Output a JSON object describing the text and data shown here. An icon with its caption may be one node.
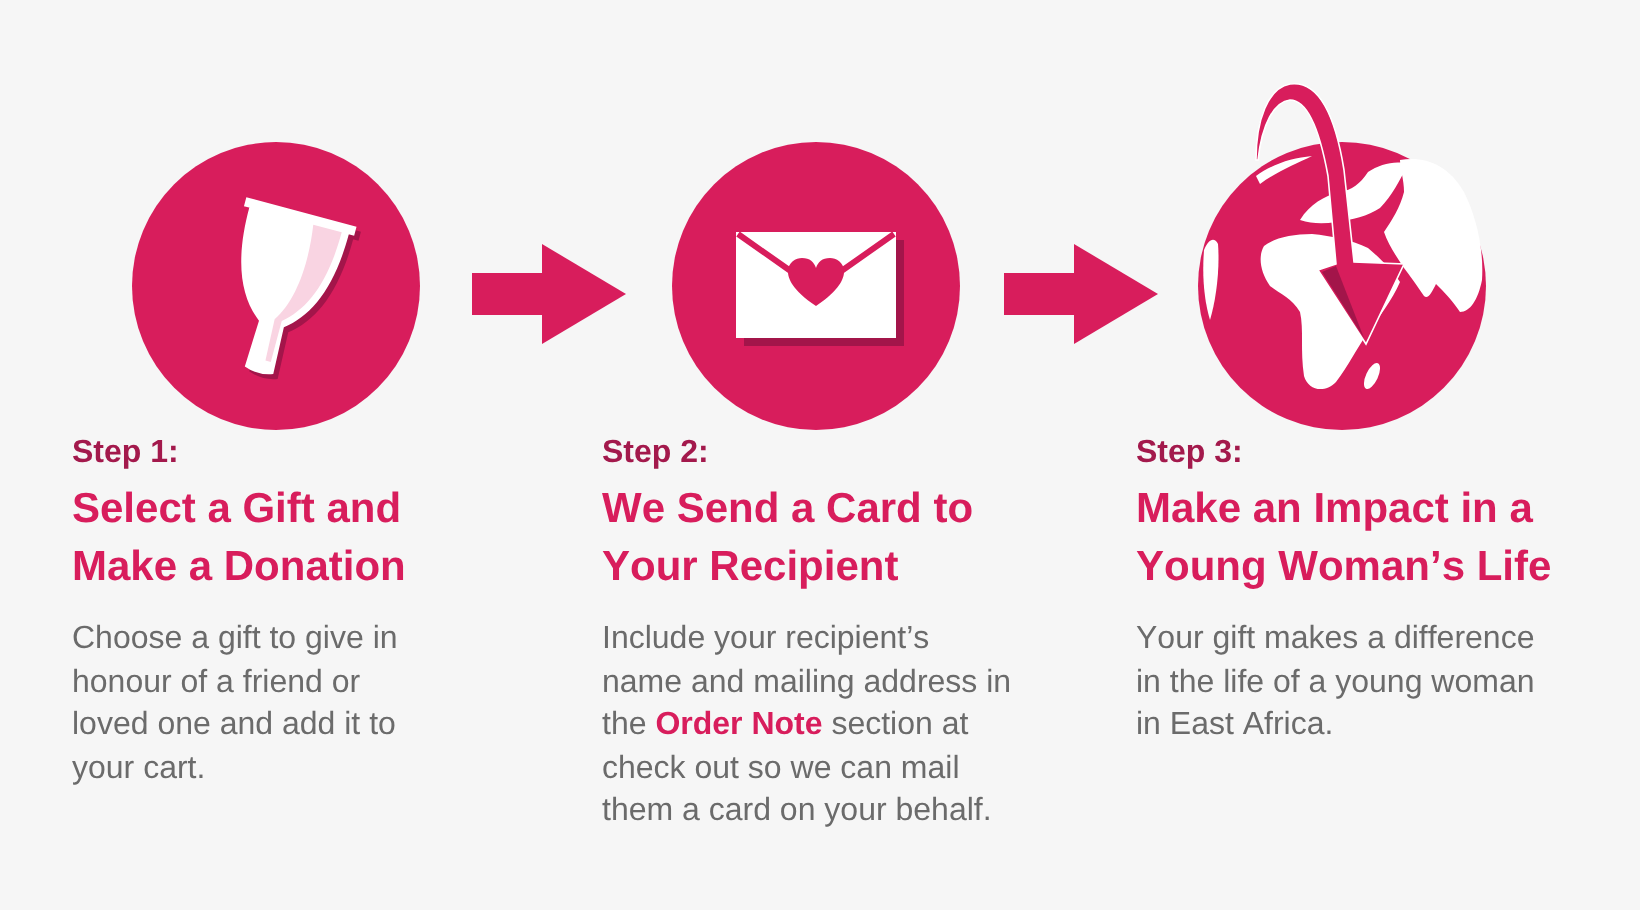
{
  "diagram": {
    "nodes": [
      {
        "text": [
          "Step 1:",
          "Select a Gift and Make a Donation",
          "Choose a gift to give in honour of a friend or loved one and add it to your cart."
        ]
      },
      {
        "text": [
          "Step 2:",
          "We Send a Card to Your Recipient",
          "Include your recipient’s name and mailing address in the **Order Note** section at check out so we can mail them a card on your behalf."
        ]
      },
      {
        "text": [
          "Step 3:",
          "Make an Impact in a Young Woman’s Life",
          "Your gift makes a difference in the life of a young woman in East Africa."
        ]
      }
    ],
    "edges": [
      {
        "from": 0,
        "to": 1,
        "arrow": "to"
      },
      {
        "from": 1,
        "to": 2,
        "arrow": "to"
      }
    ]
  }
}
